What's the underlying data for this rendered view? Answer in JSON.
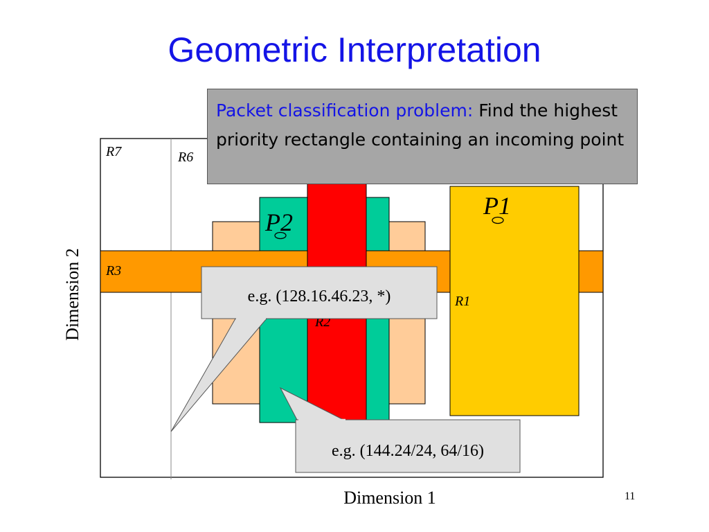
{
  "slide": {
    "title": "Geometric Interpretation",
    "page_number": "11"
  },
  "problem_callout": {
    "lead": "Packet classification problem:",
    "text": " Find the highest priority rectangle containing an incoming point"
  },
  "axes": {
    "x_label": "Dimension 1",
    "y_label": "Dimension 2"
  },
  "rules": {
    "r1": "R1",
    "r2": "R2",
    "r3": "R3",
    "r6": "R6",
    "r7": "R7"
  },
  "points": {
    "p1": "P1",
    "p2": "P2"
  },
  "examples": {
    "point_example": "e.g. (128.16.46.23, *)",
    "rule_example": "e.g. (144.24/24, 64/16)"
  },
  "colors": {
    "title": "#1414e6",
    "r1_fill": "#ffcc00",
    "r2_fill": "#ff0000",
    "r3_fill": "#ff9900",
    "teal_fill": "#00cc99",
    "peach_fill": "#ffcc99",
    "callout_fill": "#a6a6a6",
    "speech_fill": "#e0e0e0"
  }
}
